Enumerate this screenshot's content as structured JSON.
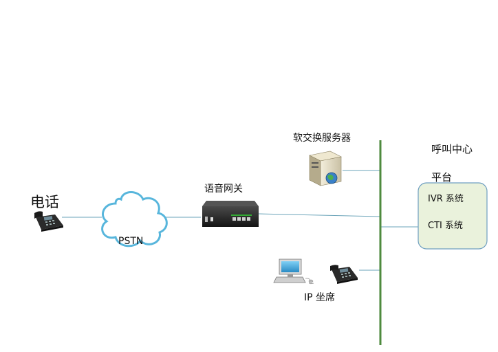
{
  "nodes": {
    "phone_label": "电话",
    "pstn_label": "PSTN",
    "gateway_label": "语音网关",
    "softswitch_label": "软交换服务器",
    "ip_seat_label": "IP 坐席",
    "callcenter_title_line1": "呼叫中心",
    "callcenter_title_line2": "平台",
    "ivr_label": "IVR 系统",
    "cti_label": "CTI 系统"
  },
  "colors": {
    "bus": "#4e8a3e",
    "link": "#6aa3b8",
    "cloud_stroke": "#58b6dc",
    "platform_fill": "#eaf2dc",
    "platform_stroke": "#6d9ec0"
  },
  "icons": {
    "phone": "desk-phone-icon",
    "cloud": "cloud-icon",
    "gateway": "voice-gateway-icon",
    "server": "server-icon",
    "computer": "computer-icon",
    "ip_phone": "ip-phone-icon"
  }
}
